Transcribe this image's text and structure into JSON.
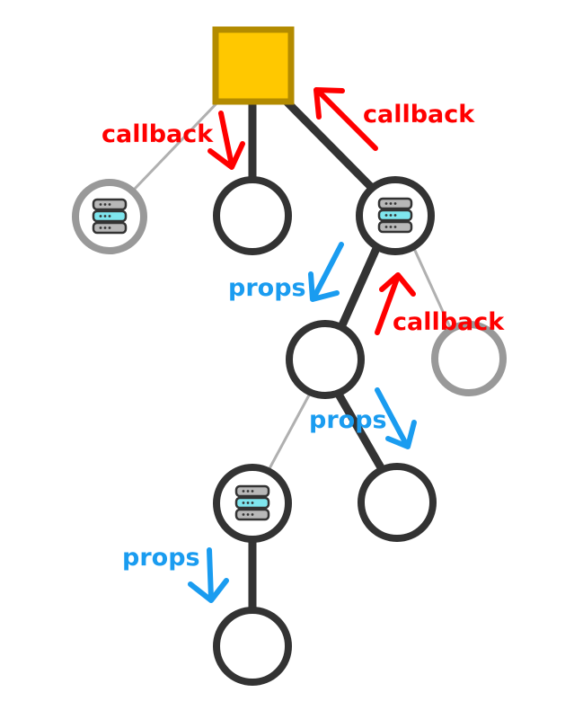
{
  "colors": {
    "root_fill": "#ffc800",
    "root_border": "#b38b00",
    "active_edge": "#333333",
    "inactive_edge": "#b0b0b0",
    "active_node": "#333333",
    "inactive_node": "#999999",
    "callback": "#ff0000",
    "props": "#1a9cf0",
    "db_body": "#b8b8b8",
    "db_band": "#7fe6ee",
    "db_outline": "#333333"
  },
  "icons": {
    "root": "yellow-square",
    "store": "database-icon",
    "arrow": "arrow-icon"
  },
  "labels": {
    "callback_root_left": "callback",
    "callback_root_right": "callback",
    "callback_mid": "callback",
    "props_top": "props",
    "props_mid": "props",
    "props_bottom": "props"
  }
}
